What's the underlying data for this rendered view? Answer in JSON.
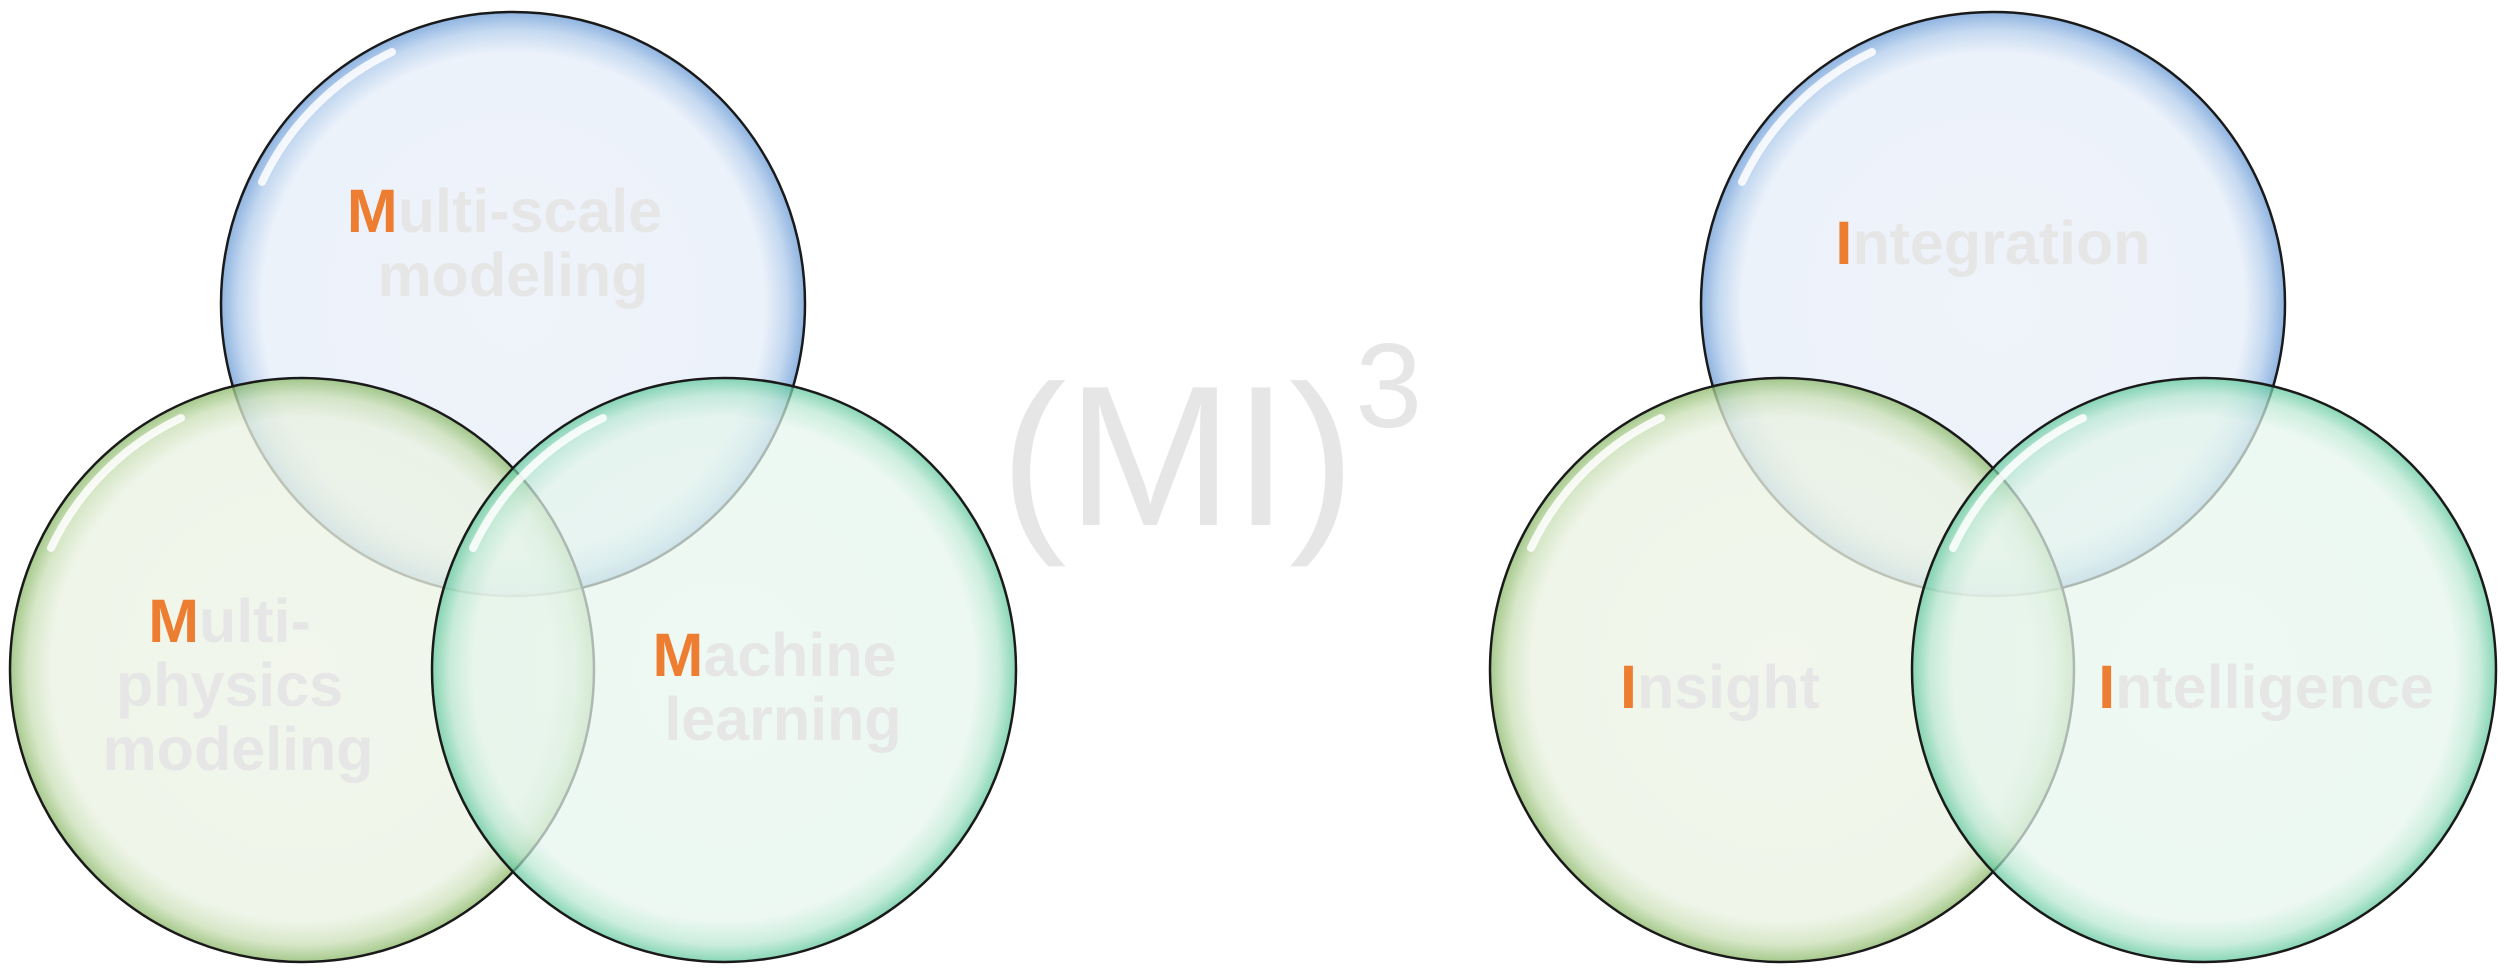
{
  "colors": {
    "accent": "#ED7D31",
    "label_gray": "#E6E6E6",
    "title_gray": "#E6E6E6",
    "blue_fill": "#EDF2FA",
    "blue_edge": "#8DB4E2",
    "green_fill": "#EEF4E8",
    "green_edge": "#9BC17F",
    "teal_fill": "#E9F7F0",
    "teal_edge": "#6DCDA5",
    "outline": "#1A1A1A"
  },
  "title": {
    "main": "(MI)",
    "superscript": "3"
  },
  "left_venn": {
    "top": {
      "lines": [
        {
          "initial": "M",
          "rest": "ulti-scale"
        },
        {
          "initial": "",
          "rest": "modeling"
        }
      ]
    },
    "left": {
      "lines": [
        {
          "initial": "M",
          "rest": "ulti-"
        },
        {
          "initial": "",
          "rest": "physics"
        },
        {
          "initial": "",
          "rest": "modeling"
        }
      ]
    },
    "right": {
      "lines": [
        {
          "initial": "M",
          "rest": "achine"
        },
        {
          "initial": "",
          "rest": "learning"
        }
      ]
    }
  },
  "right_venn": {
    "top": {
      "lines": [
        {
          "initial": "I",
          "rest": "ntegration"
        }
      ]
    },
    "left": {
      "lines": [
        {
          "initial": "I",
          "rest": "nsight"
        }
      ]
    },
    "right": {
      "lines": [
        {
          "initial": "I",
          "rest": "ntelligence"
        }
      ]
    }
  }
}
